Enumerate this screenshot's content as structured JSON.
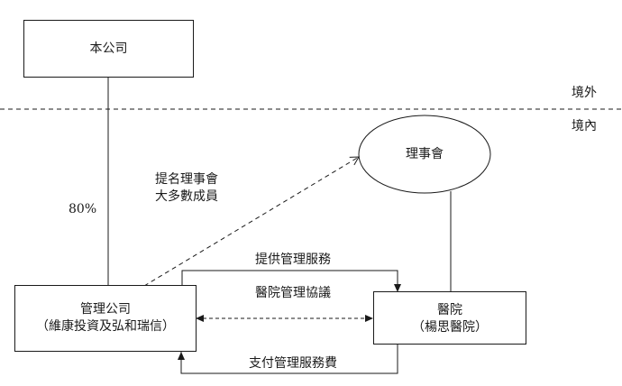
{
  "nodes": {
    "company": "本公司",
    "board": "理事會",
    "mgmt_line1": "管理公司",
    "mgmt_line2": "（維康投資及弘和瑞信）",
    "hospital_line1": "醫院",
    "hospital_line2": "（楊思醫院）"
  },
  "regions": {
    "outside": "境外",
    "inside": "境內"
  },
  "edges": {
    "ownership": "80%",
    "nominate_line1": "提名理事會",
    "nominate_line2": "大多數成員",
    "services": "提供管理服務",
    "agreement": "醫院管理協議",
    "fee": "支付管理服務費"
  },
  "colors": {
    "line": "#1a1a1a",
    "background": "#ffffff"
  }
}
